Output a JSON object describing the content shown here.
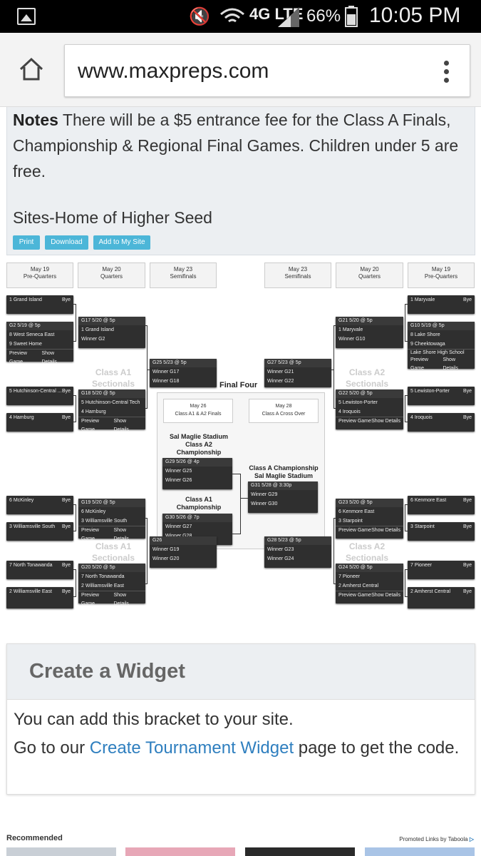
{
  "status_bar": {
    "battery": "66%",
    "time": "10:05 PM",
    "network": "4G LTE",
    "icons": [
      "gallery-icon",
      "mute-icon",
      "wifi-icon",
      "signal-icon",
      "battery-icon"
    ]
  },
  "browser": {
    "url": "www.maxpreps.com"
  },
  "notes": {
    "label": "Notes",
    "text": "There will be a $5 entrance fee for the Class A Finals, Championship & Regional Final Games. Children under 5 are free.",
    "sites": "Sites-Home of Higher Seed",
    "buttons": [
      "Print",
      "Download",
      "Add to My Site"
    ]
  },
  "bracket": {
    "rounds_left": [
      {
        "date": "May 19",
        "name": "Pre-Quarters"
      },
      {
        "date": "May 20",
        "name": "Quarters"
      },
      {
        "date": "May 23",
        "name": "Semifinals"
      }
    ],
    "rounds_right": [
      {
        "date": "May 23",
        "name": "Semifinals"
      },
      {
        "date": "May 20",
        "name": "Quarters"
      },
      {
        "date": "May 19",
        "name": "Pre-Quarters"
      }
    ],
    "section_labels": {
      "a1_top": "Class A1 Sectionals",
      "a2_top": "Class A2 Sectionals",
      "a1_bottom": "Class A1 Sectionals",
      "a2_bottom": "Class A2 Sectionals"
    },
    "preview": "Preview Game",
    "details": "Show Details",
    "bye": "Bye",
    "left_top": {
      "pre1": {
        "team": "1  Grand Island"
      },
      "g2": {
        "hdr": "G2  5/19 @ 5p",
        "t1": "8  West Seneca East",
        "t2": "9  Sweet Home"
      },
      "g17": {
        "hdr": "G17  5/20 @ 5p",
        "t1": "1  Grand Island",
        "t2": "Winner G2"
      },
      "pre5": {
        "team": "5  Hutchinson-Central ..."
      },
      "pre4": {
        "team": "4  Hamburg"
      },
      "g18": {
        "hdr": "G18  5/20 @ 5p",
        "t1": "5  Hutchinson-Central Tech",
        "t2": "4  Hamburg"
      },
      "g25": {
        "hdr": "G25  5/23 @ 5p",
        "t1": "Winner G17",
        "t2": "Winner G18"
      }
    },
    "right_top": {
      "pre1": {
        "team": "1  Maryvale"
      },
      "g10": {
        "hdr": "G10  5/19 @ 5p",
        "t1": "8  Lake Shore",
        "t2": "9  Cheektowaga",
        "site": "Lake Shore High School"
      },
      "g21": {
        "hdr": "G21  5/20 @ 5p",
        "t1": "1  Maryvale",
        "t2": "Winner G10"
      },
      "pre5": {
        "team": "5  Lewiston-Porter"
      },
      "pre4": {
        "team": "4  Iroquois"
      },
      "g22": {
        "hdr": "G22  5/20 @ 5p",
        "t1": "5  Lewiston-Porter",
        "t2": "4  Iroquois"
      },
      "g27": {
        "hdr": "G27  5/23 @ 5p",
        "t1": "Winner G21",
        "t2": "Winner G22"
      }
    },
    "left_bottom": {
      "pre6": {
        "team": "6  McKinley"
      },
      "pre3": {
        "team": "3  Williamsville South"
      },
      "g19": {
        "hdr": "G19  5/20 @ 5p",
        "t1": "6  McKinley",
        "t2": "3  Williamsville South"
      },
      "pre7": {
        "team": "7  North Tonawanda"
      },
      "pre2": {
        "team": "2  Williamsville East"
      },
      "g20": {
        "hdr": "G20  5/20 @ 5p",
        "t1": "7  North Tonawanda",
        "t2": "2  Williamsville East"
      },
      "g26": {
        "hdr": "G26",
        "t1": "Winner G19",
        "t2": "Winner G20"
      }
    },
    "right_bottom": {
      "pre6": {
        "team": "6  Kenmore East"
      },
      "pre3": {
        "team": "3  Starpoint"
      },
      "g23": {
        "hdr": "G23  5/20 @ 5p",
        "t1": "6  Kenmore East",
        "t2": "3  Starpoint"
      },
      "pre7": {
        "team": "7  Pioneer"
      },
      "pre2": {
        "team": "2  Amherst Central"
      },
      "g24": {
        "hdr": "G24  5/20 @ 5p",
        "t1": "7  Pioneer",
        "t2": "2  Amherst Central"
      },
      "g28": {
        "hdr": "G28  5/23 @ 5p",
        "t1": "Winner G23",
        "t2": "Winner G24"
      }
    },
    "final_four": {
      "title": "Final Four",
      "date1": {
        "date": "May 26",
        "name": "Class A1 & A2 Finals"
      },
      "date2": {
        "date": "May 28",
        "name": "Class A Cross Over"
      },
      "a2_label1": "Sal Maglie Stadium",
      "a2_label2": "Class A2",
      "a2_label3": "Championship",
      "g29": {
        "hdr": "G29  5/26 @ 4p",
        "t1": "Winner G25",
        "t2": "Winner G26"
      },
      "a1_label1": "Class A1",
      "a1_label2": "Championship",
      "g30": {
        "hdr": "G30  5/26 @ 7p",
        "t1": "Winner G27",
        "t2": "Winner G28"
      },
      "ca_label1": "Class A Championship",
      "ca_label2": "Sal Maglie Stadium",
      "g31": {
        "hdr": "G31  5/28 @ 3:30p",
        "t1": "Winner G29",
        "t2": "Winner G30"
      }
    }
  },
  "widget": {
    "title": "Create a Widget",
    "line1": "You can add this bracket to your site.",
    "line2_pre": "Go to our ",
    "line2_link": "Create Tournament Widget",
    "line2_post": " page to get the code."
  },
  "footer": {
    "recommended": "Recommended",
    "promoted": "Promoted Links by Taboola"
  }
}
